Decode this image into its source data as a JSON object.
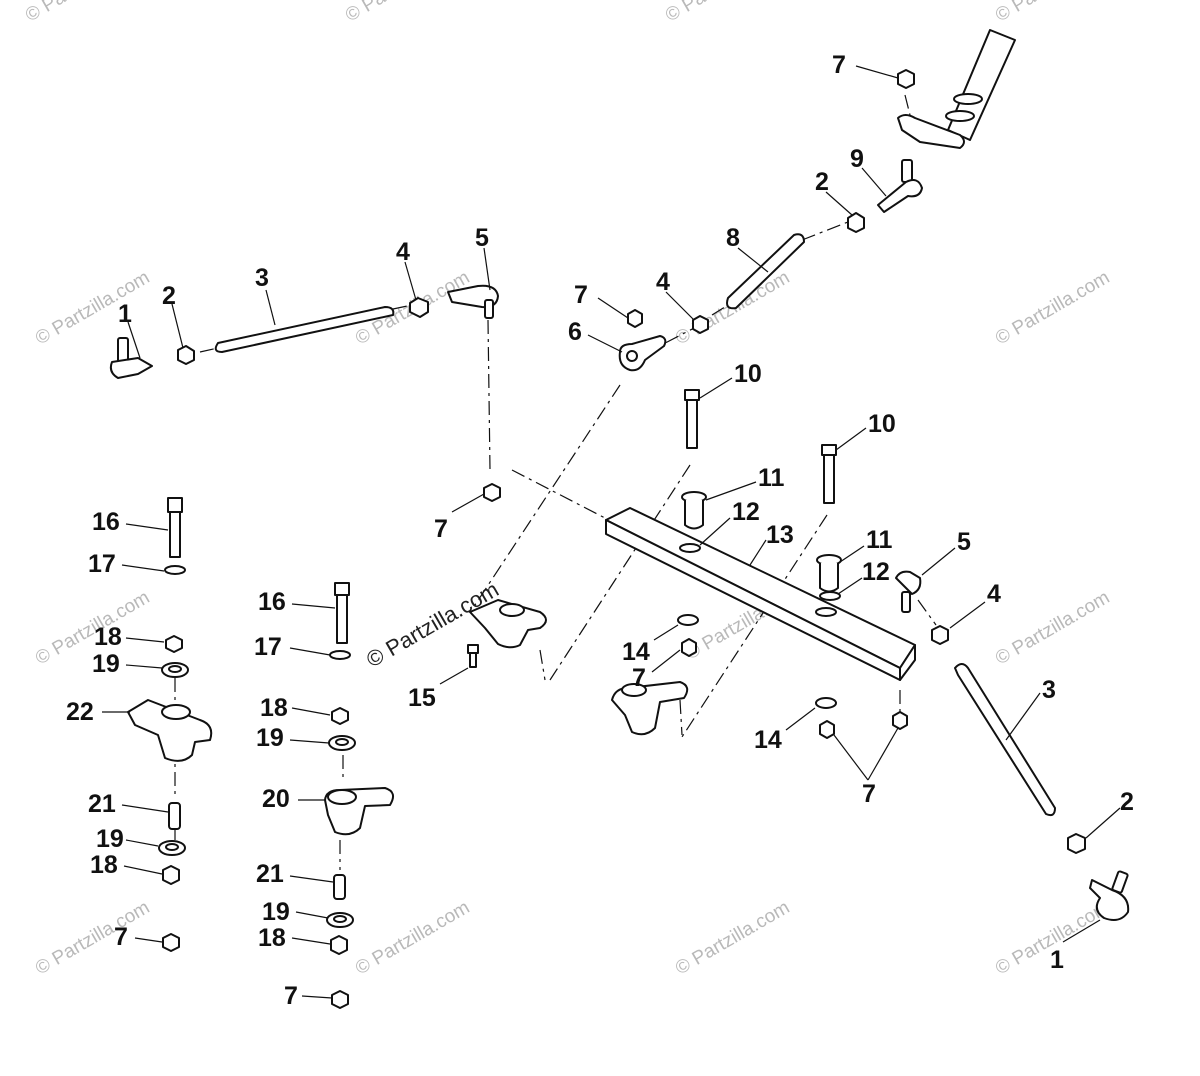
{
  "watermark": {
    "text": "© Partzilla.com",
    "color": "#b9b9b9"
  },
  "callouts": [
    {
      "id": "c1a",
      "label": "1"
    },
    {
      "id": "c2a",
      "label": "2"
    },
    {
      "id": "c3a",
      "label": "3"
    },
    {
      "id": "c4a",
      "label": "4"
    },
    {
      "id": "c5a",
      "label": "5"
    },
    {
      "id": "c7a",
      "label": "7"
    },
    {
      "id": "c2b",
      "label": "2"
    },
    {
      "id": "c9",
      "label": "9"
    },
    {
      "id": "c8",
      "label": "8"
    },
    {
      "id": "c7b",
      "label": "7"
    },
    {
      "id": "c4b",
      "label": "4"
    },
    {
      "id": "c6",
      "label": "6"
    },
    {
      "id": "c10a",
      "label": "10"
    },
    {
      "id": "c10b",
      "label": "10"
    },
    {
      "id": "c11a",
      "label": "11"
    },
    {
      "id": "c12a",
      "label": "12"
    },
    {
      "id": "c13",
      "label": "13"
    },
    {
      "id": "c11b",
      "label": "11"
    },
    {
      "id": "c12b",
      "label": "12"
    },
    {
      "id": "c5b",
      "label": "5"
    },
    {
      "id": "c4c",
      "label": "4"
    },
    {
      "id": "c3b",
      "label": "3"
    },
    {
      "id": "c2c",
      "label": "2"
    },
    {
      "id": "c1b",
      "label": "1"
    },
    {
      "id": "c7c",
      "label": "7"
    },
    {
      "id": "c16a",
      "label": "16"
    },
    {
      "id": "c17a",
      "label": "17"
    },
    {
      "id": "c18a",
      "label": "18"
    },
    {
      "id": "c19a",
      "label": "19"
    },
    {
      "id": "c22",
      "label": "22"
    },
    {
      "id": "c21a",
      "label": "21"
    },
    {
      "id": "c19b",
      "label": "19"
    },
    {
      "id": "c18b",
      "label": "18"
    },
    {
      "id": "c7d",
      "label": "7"
    },
    {
      "id": "c16b",
      "label": "16"
    },
    {
      "id": "c17b",
      "label": "17"
    },
    {
      "id": "c18c",
      "label": "18"
    },
    {
      "id": "c19c",
      "label": "19"
    },
    {
      "id": "c20",
      "label": "20"
    },
    {
      "id": "c21b",
      "label": "21"
    },
    {
      "id": "c19d",
      "label": "19"
    },
    {
      "id": "c18d",
      "label": "18"
    },
    {
      "id": "c7e",
      "label": "7"
    },
    {
      "id": "c15",
      "label": "15"
    },
    {
      "id": "c14a",
      "label": "14"
    },
    {
      "id": "c7f",
      "label": "7"
    },
    {
      "id": "c14b",
      "label": "14"
    },
    {
      "id": "c7g",
      "label": "7"
    }
  ]
}
